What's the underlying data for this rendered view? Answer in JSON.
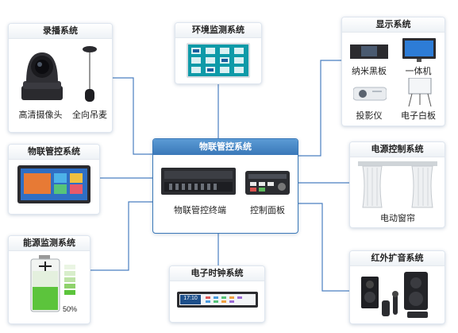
{
  "diagram": {
    "center": {
      "title": "物联管控系统",
      "terminal_label": "物联管控终端",
      "panel_label": "控制面板"
    },
    "recording": {
      "title": "录播系统",
      "camera_label": "高清摄像头",
      "mic_label": "全向吊麦"
    },
    "environment": {
      "title": "环境监测系统"
    },
    "display": {
      "title": "显示系统",
      "items": [
        "纳米黑板",
        "一体机",
        "投影仪",
        "电子白板"
      ]
    },
    "iot": {
      "title": "物联管控系统"
    },
    "power": {
      "title": "电源控制系统",
      "curtain_label": "电动窗帘"
    },
    "energy": {
      "title": "能源监测系统",
      "battery_text": "50%"
    },
    "clock": {
      "title": "电子时钟系统",
      "time_text": "17:10"
    },
    "audio": {
      "title": "红外扩音系统"
    }
  },
  "colors": {
    "connector": "#4a7fc0",
    "center_header": "#3a78b8",
    "battery_green": "#5cc43c"
  }
}
